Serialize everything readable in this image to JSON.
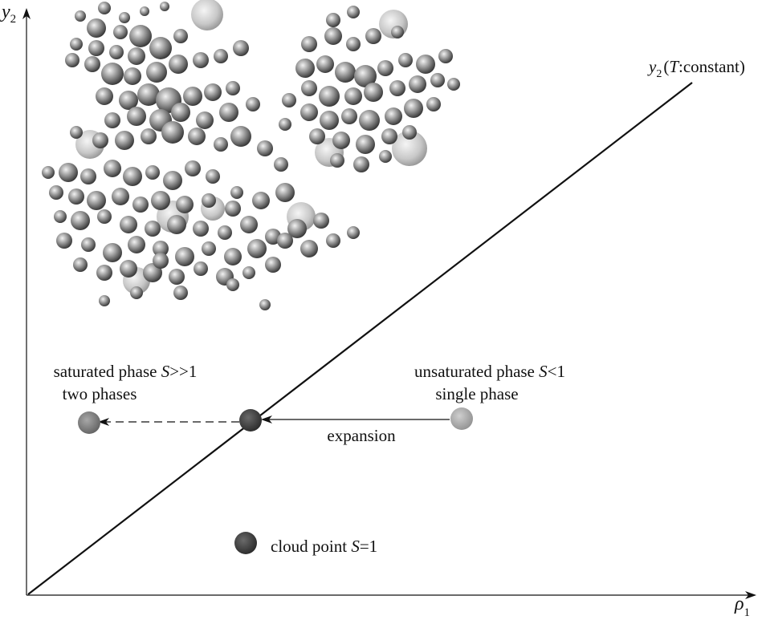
{
  "axes": {
    "y_label": "y",
    "y_subscript": "2",
    "x_label": "ρ",
    "x_subscript": "1"
  },
  "isotherm": {
    "label_var": "y",
    "label_sub": "2",
    "label_paren_open": "(",
    "label_T": "T",
    "label_rest": ":constant)"
  },
  "saturated": {
    "line1_prefix": "saturated phase ",
    "line1_var": "S",
    "line1_suffix": ">>1",
    "line2": "two phases"
  },
  "unsaturated": {
    "line1_prefix": "unsaturated phase ",
    "line1_var": "S",
    "line1_suffix": "<1",
    "line2": "single phase"
  },
  "expansion_label": "expansion",
  "cloud_point": {
    "prefix": "cloud point ",
    "var": "S",
    "suffix": "=1"
  },
  "colors": {
    "line": "#111111",
    "sphere_dark": "#3a3a3a",
    "sphere_light": "#d8d8d8",
    "cloud_point_fill": "#3d3d3d",
    "saturated_fill": "#7a7a7a",
    "unsaturated_fill": "#a8a8a8"
  }
}
